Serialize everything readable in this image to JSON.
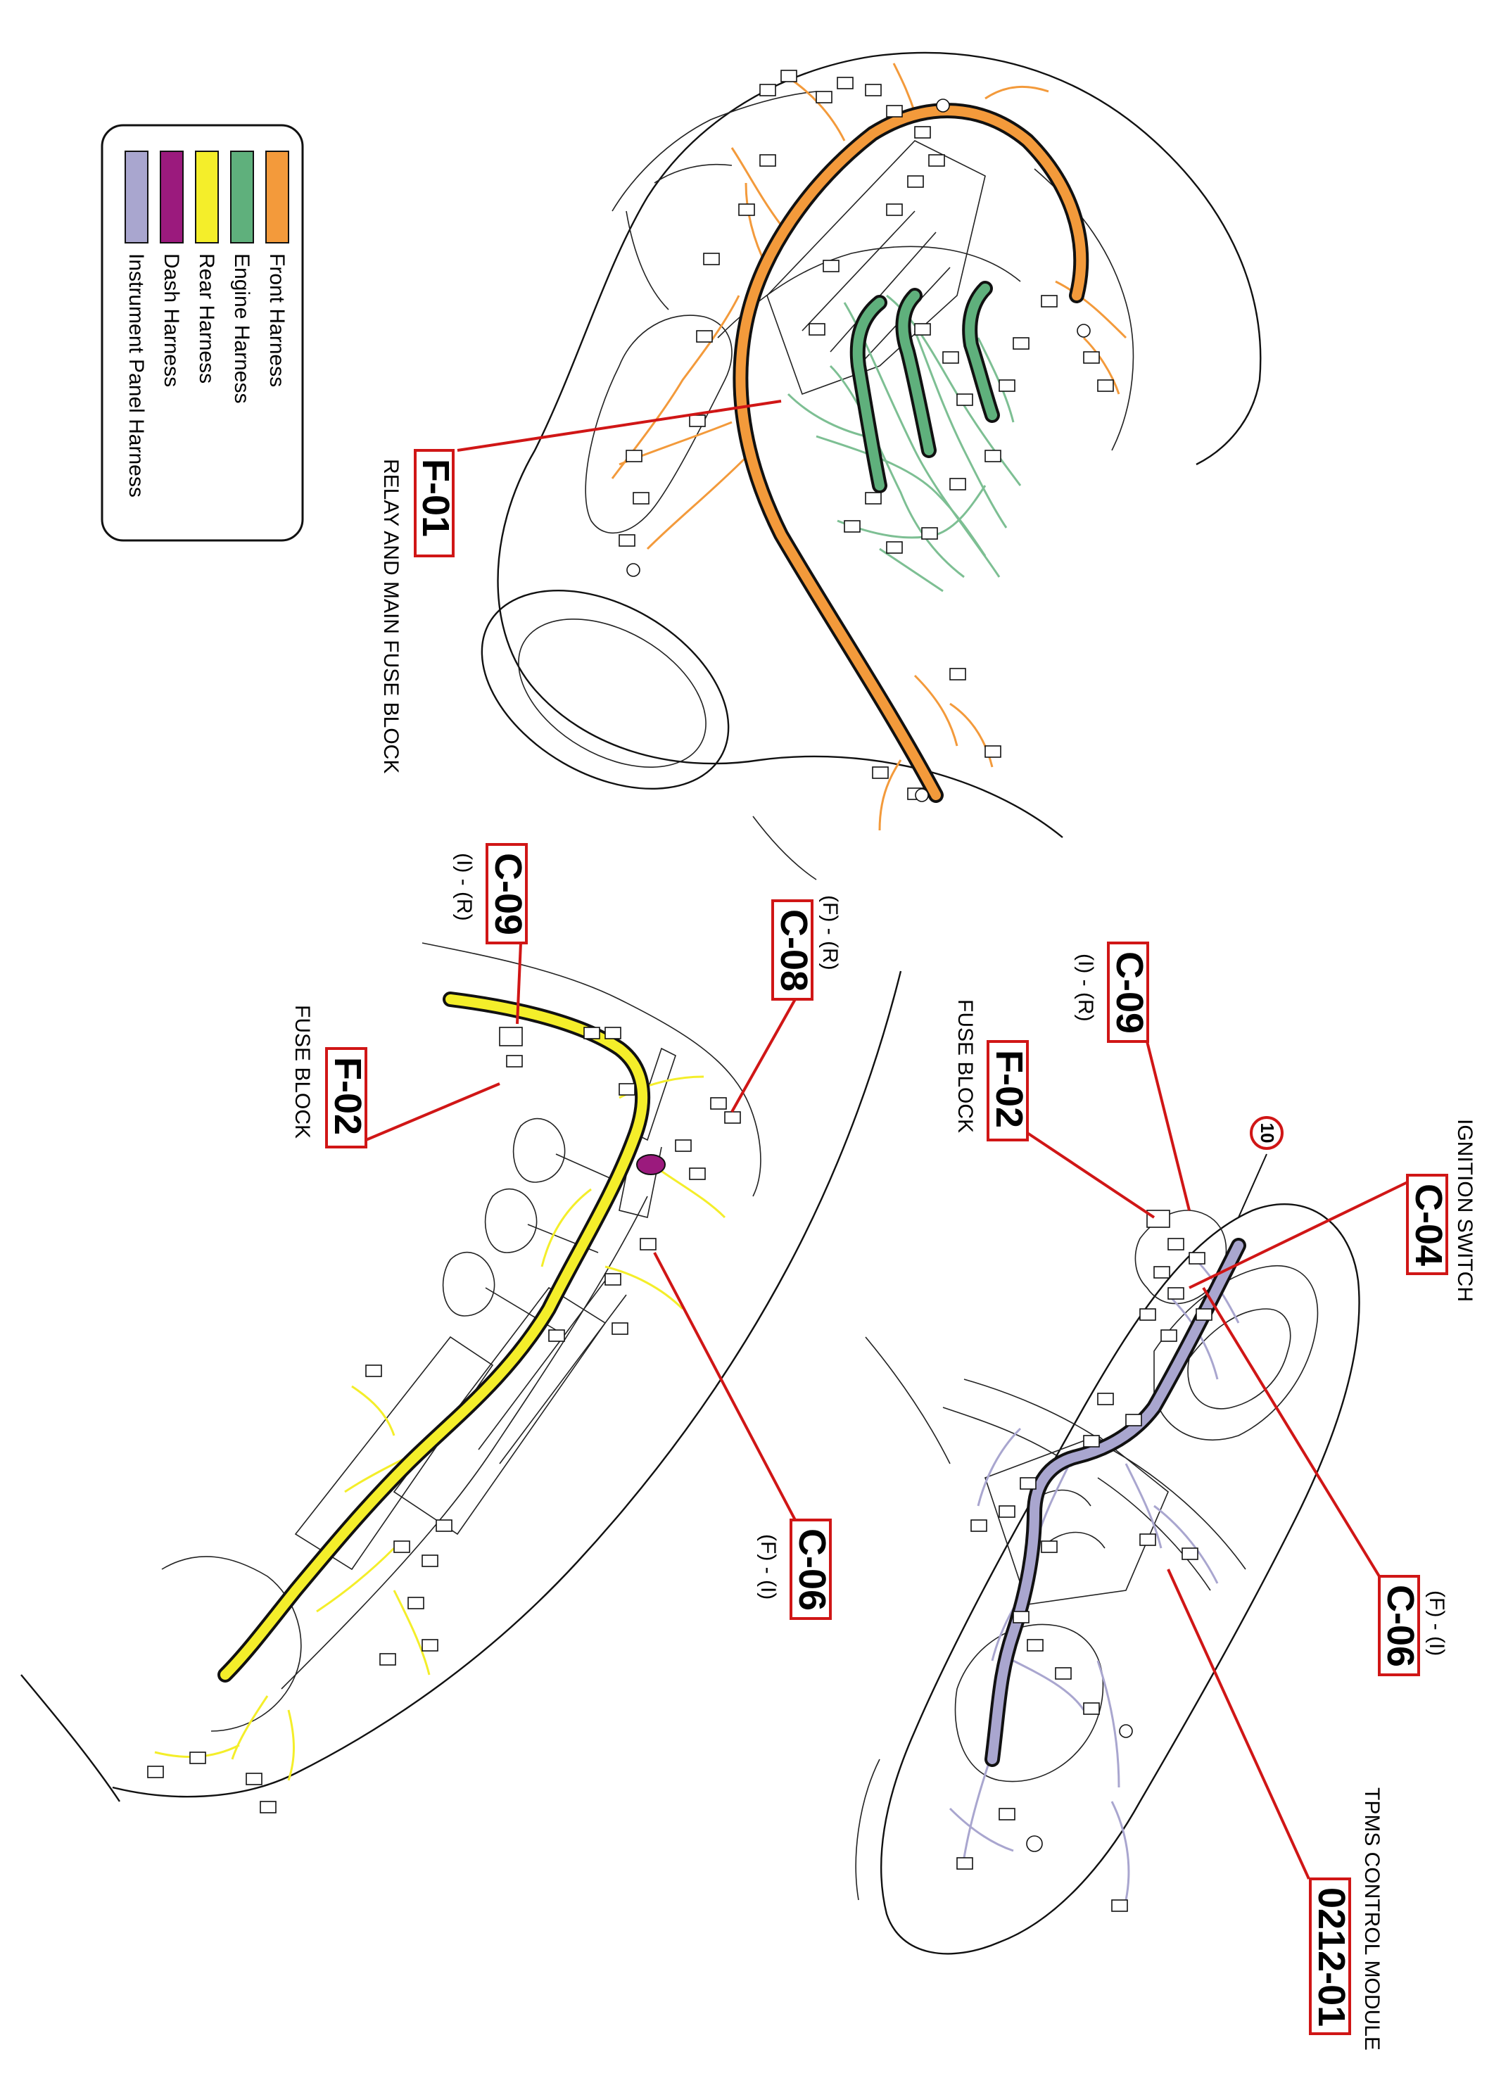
{
  "legend": {
    "items": [
      {
        "label": "Front Harness",
        "color": "#f39a3b"
      },
      {
        "label": "Engine Harness",
        "color": "#5fb07c"
      },
      {
        "label": "Rear Harness",
        "color": "#f4ee2a"
      },
      {
        "label": "Dash Harness",
        "color": "#9b1a7d"
      },
      {
        "label": "Instrument Panel Harness",
        "color": "#a9a6cf"
      }
    ]
  },
  "front_view": {
    "callouts": [
      {
        "id": "F-01",
        "desc": "RELAY AND MAIN FUSE BLOCK"
      }
    ]
  },
  "floor_view": {
    "callouts": [
      {
        "id": "C-09",
        "sub": "(I) - (R)"
      },
      {
        "id": "C-08",
        "sub": "(F) - (R)"
      },
      {
        "id": "F-02",
        "desc": "FUSE BLOCK"
      },
      {
        "id": "C-06",
        "sub": "(F) - (I)"
      }
    ]
  },
  "dash_view": {
    "callouts": [
      {
        "id": "C-09",
        "sub": "(I) - (R)"
      },
      {
        "id": "F-02",
        "desc": "FUSE BLOCK"
      },
      {
        "id": "C-04",
        "desc": "IGNITION SWITCH"
      },
      {
        "id": "C-06",
        "sub": "(F) - (I)"
      },
      {
        "id": "0212-01",
        "desc": "TPMS CONTROL MODULE"
      }
    ],
    "marker": "10"
  }
}
